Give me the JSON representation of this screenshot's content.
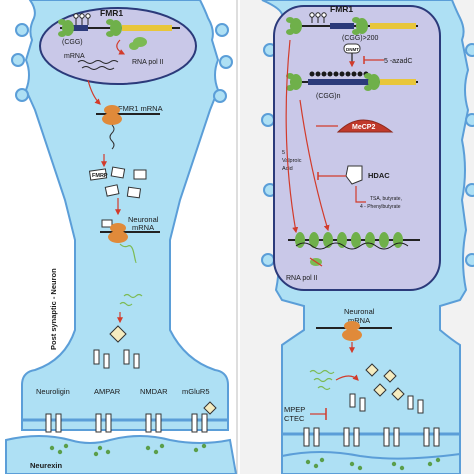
{
  "colors": {
    "cell_fill": "#aee0f4",
    "cell_stroke": "#5b9ed8",
    "nucleus_fill": "#c9c8e8",
    "nucleus_stroke": "#2b3a7a",
    "gene_bar": "#e8c63a",
    "arrow_red": "#d23b2b",
    "polymerase_green": "#7cba53",
    "ribosome": "#e08a3a",
    "mecp2": "#c0392b",
    "histone_green": "#6fb04a"
  },
  "left_panel": {
    "gene_label": "FMR1",
    "cgg_label": "(CGG)",
    "mrna_label": "mRNA",
    "pol_label": "RNA pol II",
    "fmr1_mrna_label": "FMR1   mRNA",
    "fmrp_label": "FMRP",
    "neuronal_mrna_label_1": "Neuronal",
    "neuronal_mrna_label_2": "mRNA",
    "side_label": "Post synaptic - Neuron",
    "receptors": [
      "Neuroligin",
      "AMPAR",
      "NMDAR",
      "mGluR5"
    ],
    "bottom_label": "Neurexin"
  },
  "right_panel": {
    "gene_label": "FMR1",
    "cgg_expanded_label": "(CGG)>200",
    "dnmt_label": "DNMT",
    "azadc_label": "5 -azadC",
    "cggn_label": "(CGG)n",
    "mecp2_label": "MeCP2",
    "valproic_label": "5\nValproic\nAcid",
    "hdac_label": "HDAC",
    "inhibitor_label_1": "TSA, butyrate,",
    "inhibitor_label_2": "4 - Phenylbutyrate",
    "pol_label": "RNA pol II",
    "neuronal_mrna_label_1": "Neuronal",
    "neuronal_mrna_label_2": "mRNA",
    "drug_label_1": "MPEP",
    "drug_label_2": "CTEC"
  }
}
